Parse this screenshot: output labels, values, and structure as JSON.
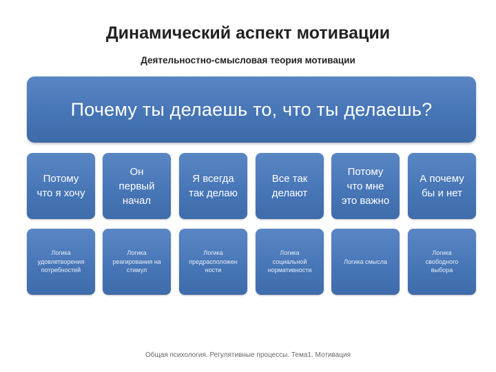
{
  "header": {
    "title": "Динамический аспект мотивации",
    "subtitle": "Деятельностно-смысловая теория мотивации"
  },
  "question": "Почему ты делаешь то, что ты делаешь?",
  "reasons": [
    "Потому\nчто я хочу",
    "Он\nпервый\nначал",
    "Я всегда\nтак делаю",
    "Все так\nделают",
    "Потому\nчто мне\nэто важно",
    "А почему\nбы и нет"
  ],
  "logics": [
    "Логика\nудовлетворения\nпотребностей",
    "Логика\nреагирования на\nстимул",
    "Логика\nпредрасположен\nности",
    "Логика\nсоциальной\nнормативности",
    "Логика смысла",
    "Логика\nсвободного\nвыбора"
  ],
  "footer": "Общая психология. Регулятивные процессы. Тема1. Мотивация",
  "colors": {
    "box": "#4a78b8",
    "text_on_box": "#ffffff",
    "title": "#222222"
  }
}
